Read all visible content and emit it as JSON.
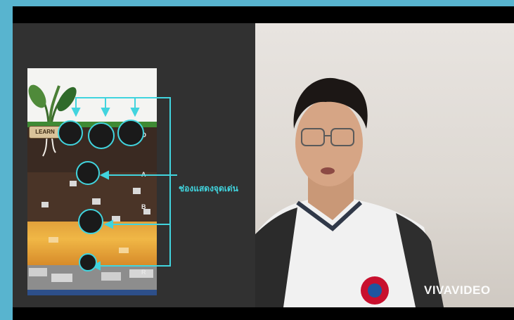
{
  "poster": {
    "learn_badge": "LEARN",
    "horizon_letters": [
      "O",
      "A",
      "B",
      "R"
    ]
  },
  "callout": {
    "label": "ช่องแสดงจุดเด่น",
    "color": "#41d4de"
  },
  "watermark": {
    "text": "VIVAVIDEO"
  },
  "colors": {
    "frame_border": "#58b4cf",
    "left_background": "#313131",
    "wall": "#e3ded8",
    "shirt": "#f1f1f1",
    "topsoil": "#4a3427",
    "subsoil": "#e9a53d",
    "bedrock": "#8d8d8d"
  }
}
